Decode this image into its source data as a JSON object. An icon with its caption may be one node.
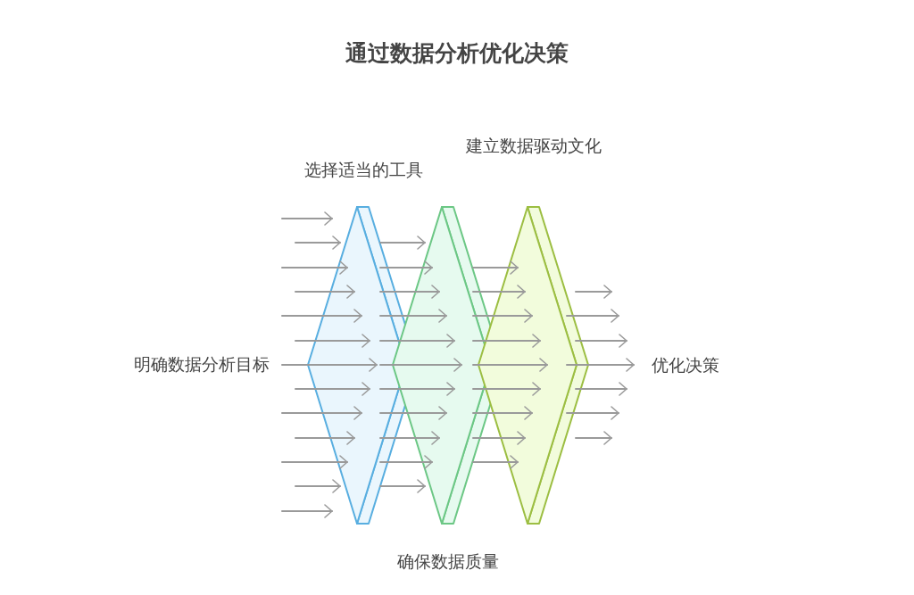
{
  "diagram": {
    "title": "通过数据分析优化决策",
    "nodes": [
      {
        "text": [
          "选择适当的工具"
        ]
      },
      {
        "text": [
          "确保数据质量"
        ]
      },
      {
        "text": [
          "建立数据驱动文化"
        ]
      }
    ],
    "edges": [
      {
        "from": null,
        "to": 0,
        "arrow": "to"
      },
      {
        "from": null,
        "to": 0,
        "arrow": "to"
      },
      {
        "from": null,
        "to": 0,
        "arrow": "to"
      },
      {
        "from": null,
        "to": 0,
        "arrow": "to"
      },
      {
        "from": null,
        "to": 0,
        "arrow": "to"
      },
      {
        "from": null,
        "to": 0,
        "arrow": "to"
      },
      {
        "from": null,
        "to": 0,
        "arrow": "to"
      },
      {
        "from": null,
        "to": 0,
        "arrow": "to"
      },
      {
        "from": null,
        "to": 0,
        "arrow": "to"
      },
      {
        "from": null,
        "to": 0,
        "arrow": "to"
      },
      {
        "from": null,
        "to": 0,
        "arrow": "to"
      },
      {
        "from": null,
        "to": 0,
        "arrow": "to"
      },
      {
        "from": null,
        "to": 0,
        "arrow": "to"
      },
      {
        "from": 0,
        "to": 1,
        "arrow": "to"
      },
      {
        "from": 0,
        "to": 1,
        "arrow": "to"
      },
      {
        "from": 0,
        "to": 1,
        "arrow": "to"
      },
      {
        "from": 0,
        "to": 1,
        "arrow": "to"
      },
      {
        "from": 0,
        "to": 1,
        "arrow": "to"
      },
      {
        "from": 0,
        "to": 1,
        "arrow": "to"
      },
      {
        "from": 0,
        "to": 1,
        "arrow": "to"
      },
      {
        "from": 0,
        "to": 1,
        "arrow": "to"
      },
      {
        "from": 0,
        "to": 1,
        "arrow": "to"
      },
      {
        "from": 0,
        "to": 1,
        "arrow": "to"
      },
      {
        "from": 0,
        "to": 1,
        "arrow": "to"
      },
      {
        "from": 1,
        "to": 2,
        "arrow": "to"
      },
      {
        "from": 1,
        "to": 2,
        "arrow": "to"
      },
      {
        "from": 1,
        "to": 2,
        "arrow": "to"
      },
      {
        "from": 1,
        "to": 2,
        "arrow": "to"
      },
      {
        "from": 1,
        "to": 2,
        "arrow": "to"
      },
      {
        "from": 1,
        "to": 2,
        "arrow": "to"
      },
      {
        "from": 1,
        "to": 2,
        "arrow": "to"
      },
      {
        "from": 1,
        "to": 2,
        "arrow": "to"
      },
      {
        "from": 1,
        "to": 2,
        "arrow": "to"
      },
      {
        "from": 2,
        "to": null,
        "arrow": "to"
      },
      {
        "from": 2,
        "to": null,
        "arrow": "to"
      },
      {
        "from": 2,
        "to": null,
        "arrow": "to"
      },
      {
        "from": 2,
        "to": null,
        "arrow": "to"
      },
      {
        "from": 2,
        "to": null,
        "arrow": "to"
      },
      {
        "from": 2,
        "to": null,
        "arrow": "to"
      },
      {
        "from": 2,
        "to": null,
        "arrow": "to"
      }
    ],
    "labels": [
      "明确数据分析目标",
      "优化决策"
    ]
  }
}
